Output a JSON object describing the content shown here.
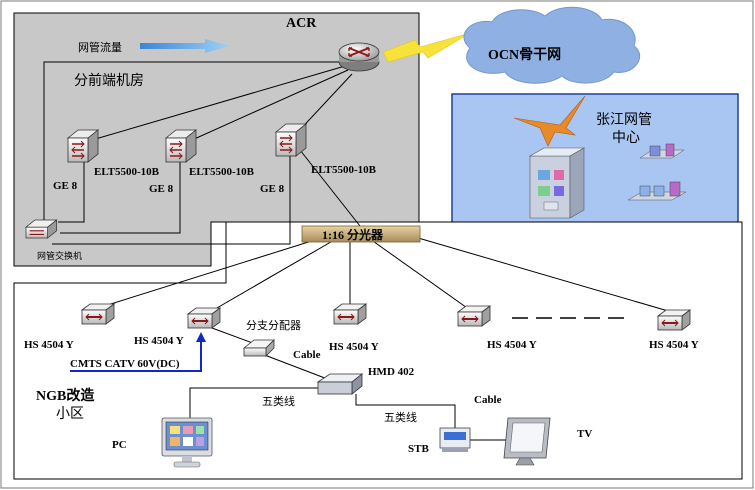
{
  "labels": {
    "acr": "ACR",
    "mgmt_traffic": "网管流量",
    "front_room": "分前端机房",
    "ocn": "OCN骨干网",
    "center_l1": "张江网管",
    "center_l2": "中心",
    "elt1": "ELT5500-10B",
    "elt2": "ELT5500-10B",
    "elt3": "ELT5500-10B",
    "ge1": "GE 8",
    "ge2": "GE 8",
    "ge3": "GE 8",
    "mgmt_switch": "网管交换机",
    "splitter": "1:16 分光器",
    "hs1": "HS 4504 Y",
    "hs2": "HS 4504 Y",
    "hs3": "HS 4504 Y",
    "hs4": "HS 4504 Y",
    "hs5": "HS 4504 Y",
    "branch": "分支分配器",
    "cable1": "Cable",
    "cable2": "Cable",
    "cmts": "CMTS CATV 60V(DC)",
    "hmd": "HMD 402",
    "ngb_l1": "NGB改造",
    "ngb_l2": "小区",
    "cat5_1": "五类线",
    "cat5_2": "五类线",
    "pc": "PC",
    "stb": "STB",
    "tv": "TV"
  },
  "icons": {
    "router": "router-icon",
    "switch": "switch-icon",
    "onu": "onu-icon",
    "cloud": "cloud-icon",
    "lightning": "lightning-icon",
    "pc": "computer-icon",
    "tv": "tv-icon",
    "stb": "set-top-box-icon"
  },
  "colors": {
    "room_bg": "#c8c8c8",
    "center_bg": "#a9c5f2",
    "center_border": "#1f3f9a",
    "cloud": "#8fb0e3",
    "lightning": "#f7e23a",
    "arrow": "#2f7fd1",
    "cmts_arrow": "#1028c8",
    "splitter": "#c8b07c"
  }
}
